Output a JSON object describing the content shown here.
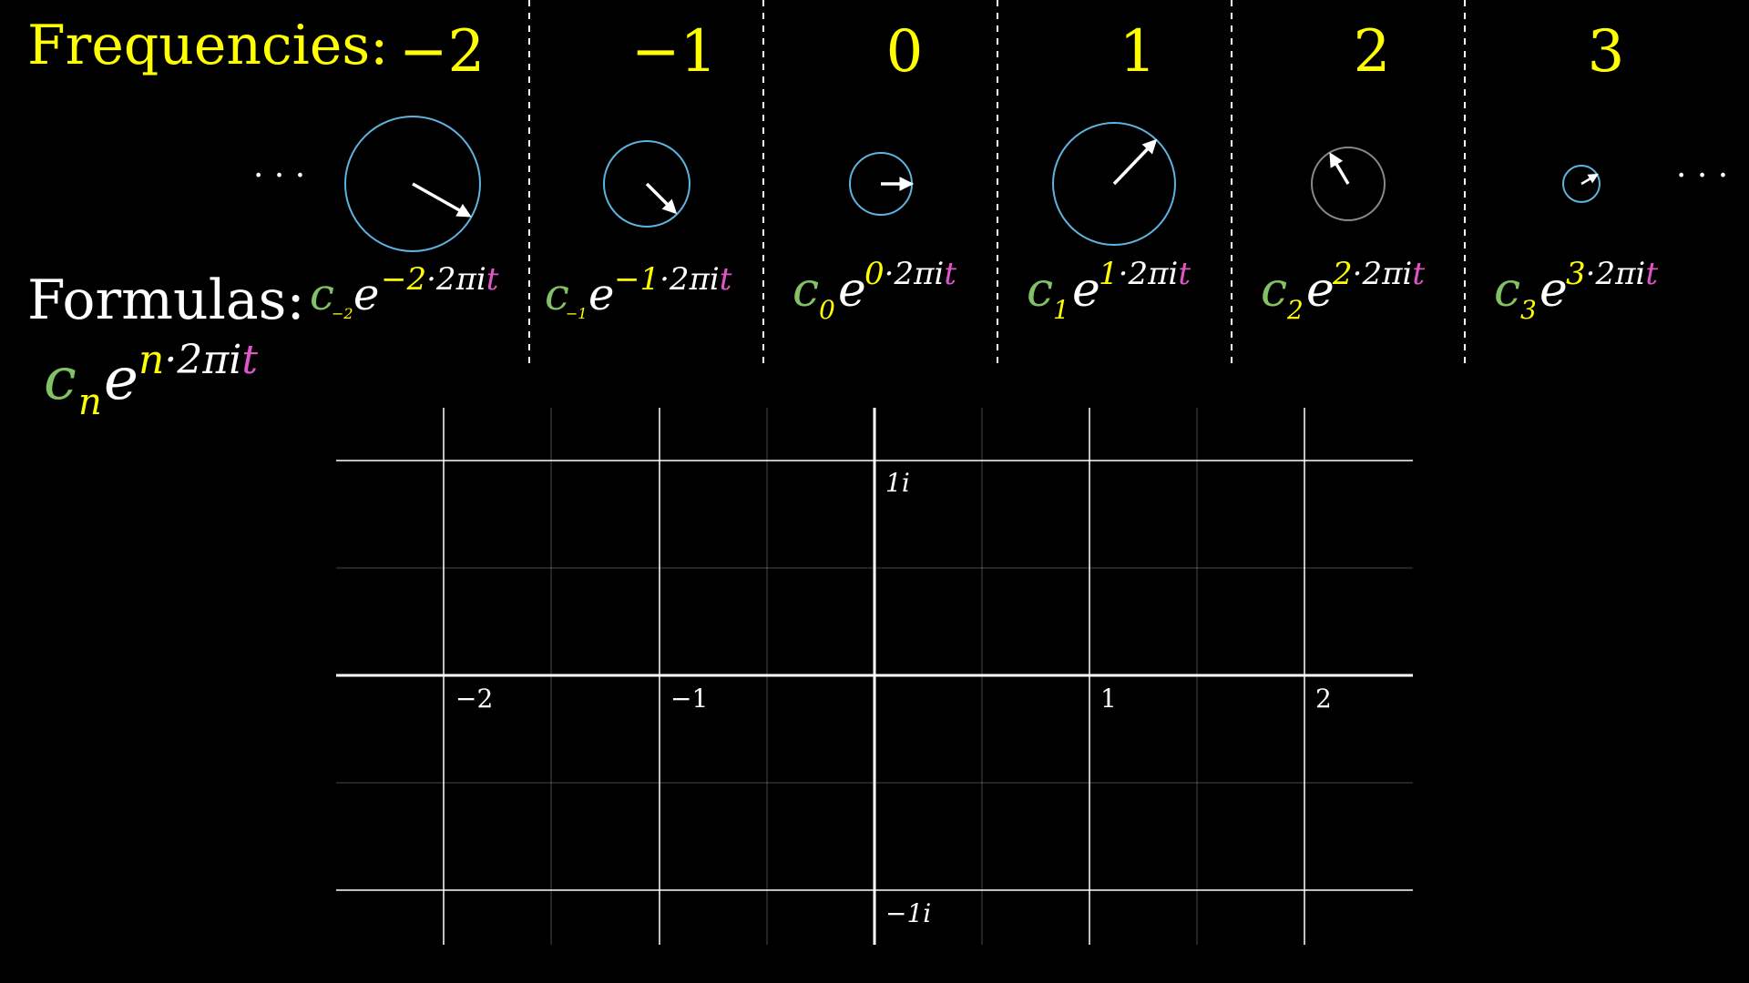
{
  "headings": {
    "frequencies_label": "Frequencies:",
    "formulas_label": "Formulas:"
  },
  "ellipsis": "· · ·",
  "frequencies": [
    {
      "value": "−2",
      "coef_sub": "−2",
      "exp_n": "−2",
      "circle_color": "#5eb3e0"
    },
    {
      "value": "−1",
      "coef_sub": "−1",
      "exp_n": "−1",
      "circle_color": "#5eb3e0"
    },
    {
      "value": "0",
      "coef_sub": "0",
      "exp_n": "0",
      "circle_color": "#5eb3e0"
    },
    {
      "value": "1",
      "coef_sub": "1",
      "exp_n": "1",
      "circle_color": "#5eb3e0"
    },
    {
      "value": "2",
      "coef_sub": "2",
      "exp_n": "2",
      "circle_color": "#888888"
    },
    {
      "value": "3",
      "coef_sub": "3",
      "exp_n": "3",
      "circle_color": "#5eb3e0"
    }
  ],
  "formula_parts": {
    "coef": "c",
    "base": "e",
    "dot_2pi_i": "·2πi",
    "t": "t"
  },
  "general_formula": {
    "coef": "c",
    "sub": "n",
    "base": "e",
    "exp_n": "n",
    "dot_2pi_i": "·2πi",
    "t": "t"
  },
  "plane": {
    "x_ticks": [
      "−2",
      "−1",
      "1",
      "2"
    ],
    "y_ticks": [
      "1i",
      "−1i"
    ]
  },
  "colors": {
    "background": "#000000",
    "yellow": "#ffff00",
    "green": "#83c167",
    "pink": "#e056c8",
    "blue_circle": "#5eb3e0",
    "white": "#ffffff"
  }
}
